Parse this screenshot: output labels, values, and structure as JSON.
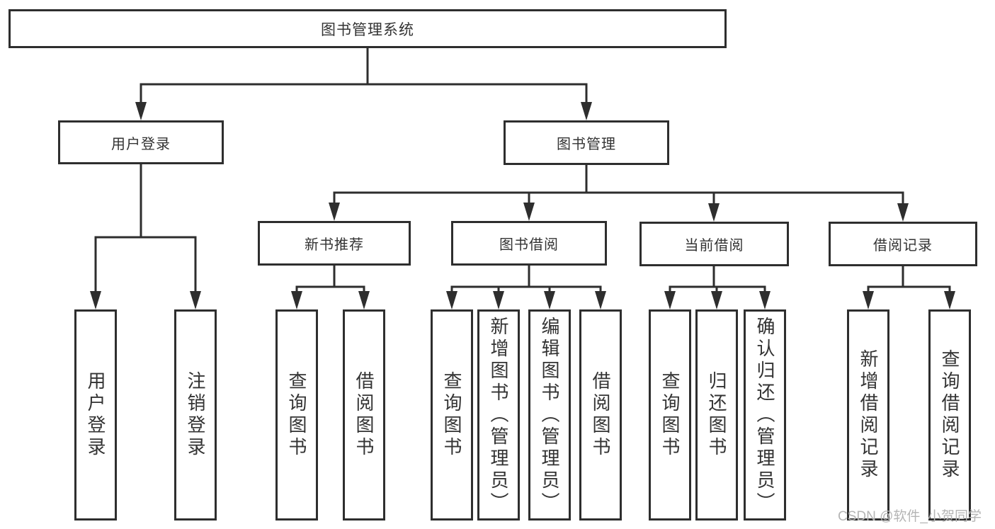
{
  "diagram": {
    "title": "图书管理系统",
    "modules": [
      {
        "label": "用户登录",
        "functions": [
          {
            "label": "用户登录"
          },
          {
            "label": "注销登录"
          }
        ]
      },
      {
        "label": "图书管理",
        "submodules": [
          {
            "label": "新书推荐",
            "functions": [
              {
                "label": "查询图书"
              },
              {
                "label": "借阅图书"
              }
            ]
          },
          {
            "label": "图书借阅",
            "functions": [
              {
                "label": "查询图书"
              },
              {
                "label": "新增图书（管理员）"
              },
              {
                "label": "编辑图书（管理员）"
              },
              {
                "label": "借阅图书"
              }
            ]
          },
          {
            "label": "当前借阅",
            "functions": [
              {
                "label": "查询图书"
              },
              {
                "label": "归还图书"
              },
              {
                "label": "确认归还（管理员）"
              }
            ]
          },
          {
            "label": "借阅记录",
            "functions": [
              {
                "label": "新增借阅记录"
              },
              {
                "label": "查询借阅记录"
              }
            ]
          }
        ]
      }
    ]
  },
  "watermark": {
    "text": "CSDN @软件_小贺同学"
  },
  "colors": {
    "line": "#2e2e2e",
    "box_border": "#2e2e2e",
    "text": "#333333",
    "background": "#ffffff",
    "watermark": "#b5b5b5"
  }
}
